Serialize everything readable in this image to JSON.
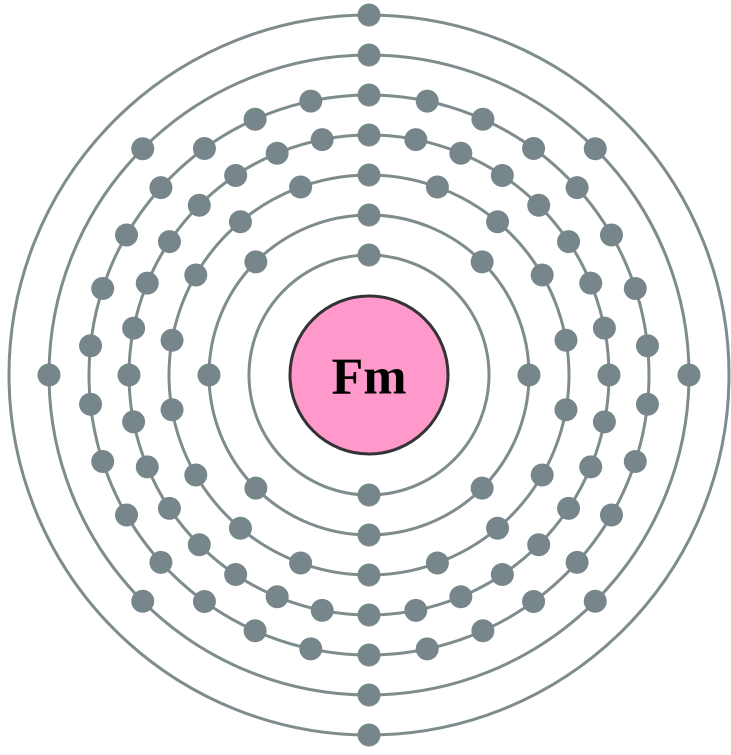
{
  "element": {
    "symbol": "Fm"
  },
  "shells": [
    {
      "electrons": 2
    },
    {
      "electrons": 8
    },
    {
      "electrons": 18
    },
    {
      "electrons": 32
    },
    {
      "electrons": 30
    },
    {
      "electrons": 8
    },
    {
      "electrons": 2
    }
  ],
  "colors": {
    "shell": "#7f8c8d",
    "electron": "#76868a",
    "nucleus_fill": "#ff99cc",
    "nucleus_stroke": "#333333",
    "symbol": "#000000",
    "background": "#ffffff"
  }
}
